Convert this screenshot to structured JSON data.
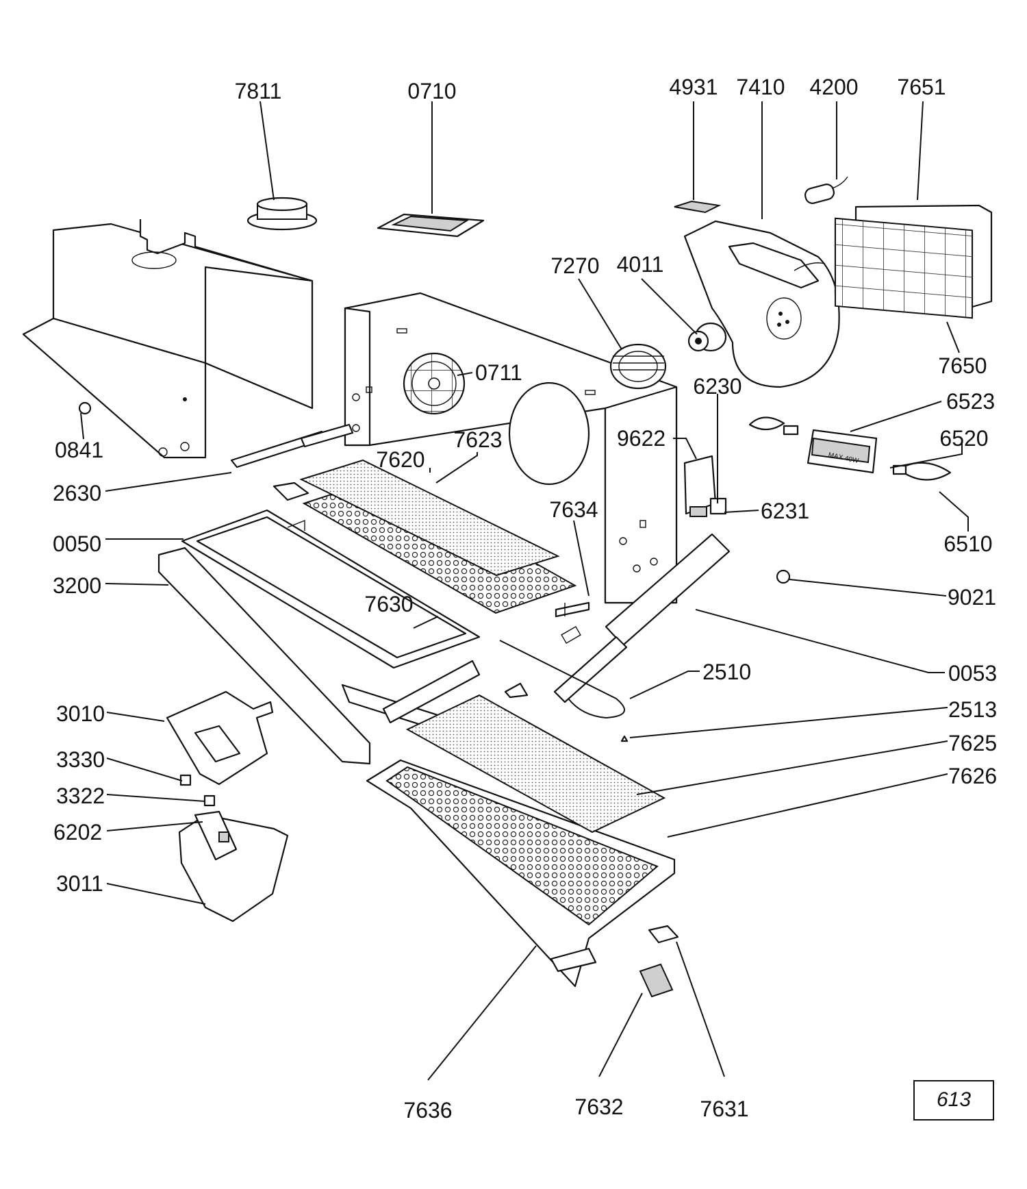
{
  "diagram": {
    "page_number": "613",
    "part_labels": {
      "p7811": "7811",
      "p0710": "0710",
      "p4931": "4931",
      "p7410": "7410",
      "p4200": "4200",
      "p7651": "7651",
      "p7270": "7270",
      "p4011": "4011",
      "p7650": "7650",
      "p0711": "0711",
      "p6230": "6230",
      "p6523": "6523",
      "p0841": "0841",
      "p7623": "7623",
      "p9622": "9622",
      "p6520": "6520",
      "p7620": "7620",
      "p2630": "2630",
      "p7634": "7634",
      "p6231": "6231",
      "p0050": "0050",
      "p6510": "6510",
      "p3200": "3200",
      "p9021": "9021",
      "p7630": "7630",
      "p0053": "0053",
      "p2510": "2510",
      "p3010": "3010",
      "p2513": "2513",
      "p7625": "7625",
      "p3330": "3330",
      "p7626": "7626",
      "p3322": "3322",
      "p6202": "6202",
      "p3011": "3011",
      "p7636": "7636",
      "p7632": "7632",
      "p7631": "7631"
    },
    "bulb_marking": "MAX 40W"
  }
}
